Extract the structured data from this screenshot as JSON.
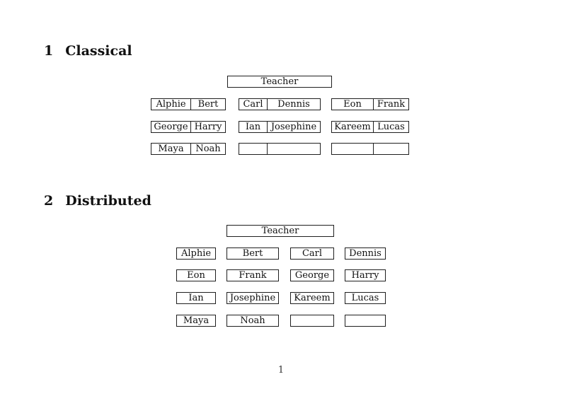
{
  "page": {
    "page_number": "1",
    "background_color": "#ffffff",
    "text_color": "#111111",
    "border_color": "#1f1f1f"
  },
  "sections": {
    "classical": {
      "number": "1",
      "title": "Classical",
      "teacher_label": "Teacher",
      "rows": [
        {
          "desks": [
            {
              "left": "Alphie",
              "right": "Bert"
            },
            {
              "left": "Carl",
              "right": "Dennis"
            },
            {
              "left": "Eon",
              "right": "Frank"
            }
          ]
        },
        {
          "desks": [
            {
              "left": "George",
              "right": "Harry"
            },
            {
              "left": "Ian",
              "right": "Josephine"
            },
            {
              "left": "Kareem",
              "right": "Lucas"
            }
          ]
        },
        {
          "desks": [
            {
              "left": "Maya",
              "right": "Noah"
            },
            {
              "left": "",
              "right": ""
            },
            {
              "left": "",
              "right": ""
            }
          ]
        }
      ]
    },
    "distributed": {
      "number": "2",
      "title": "Distributed",
      "teacher_label": "Teacher",
      "rows": [
        {
          "seats": [
            "Alphie",
            "Bert",
            "Carl",
            "Dennis"
          ]
        },
        {
          "seats": [
            "Eon",
            "Frank",
            "George",
            "Harry"
          ]
        },
        {
          "seats": [
            "Ian",
            "Josephine",
            "Kareem",
            "Lucas"
          ]
        },
        {
          "seats": [
            "Maya",
            "Noah",
            "",
            ""
          ]
        }
      ]
    }
  }
}
